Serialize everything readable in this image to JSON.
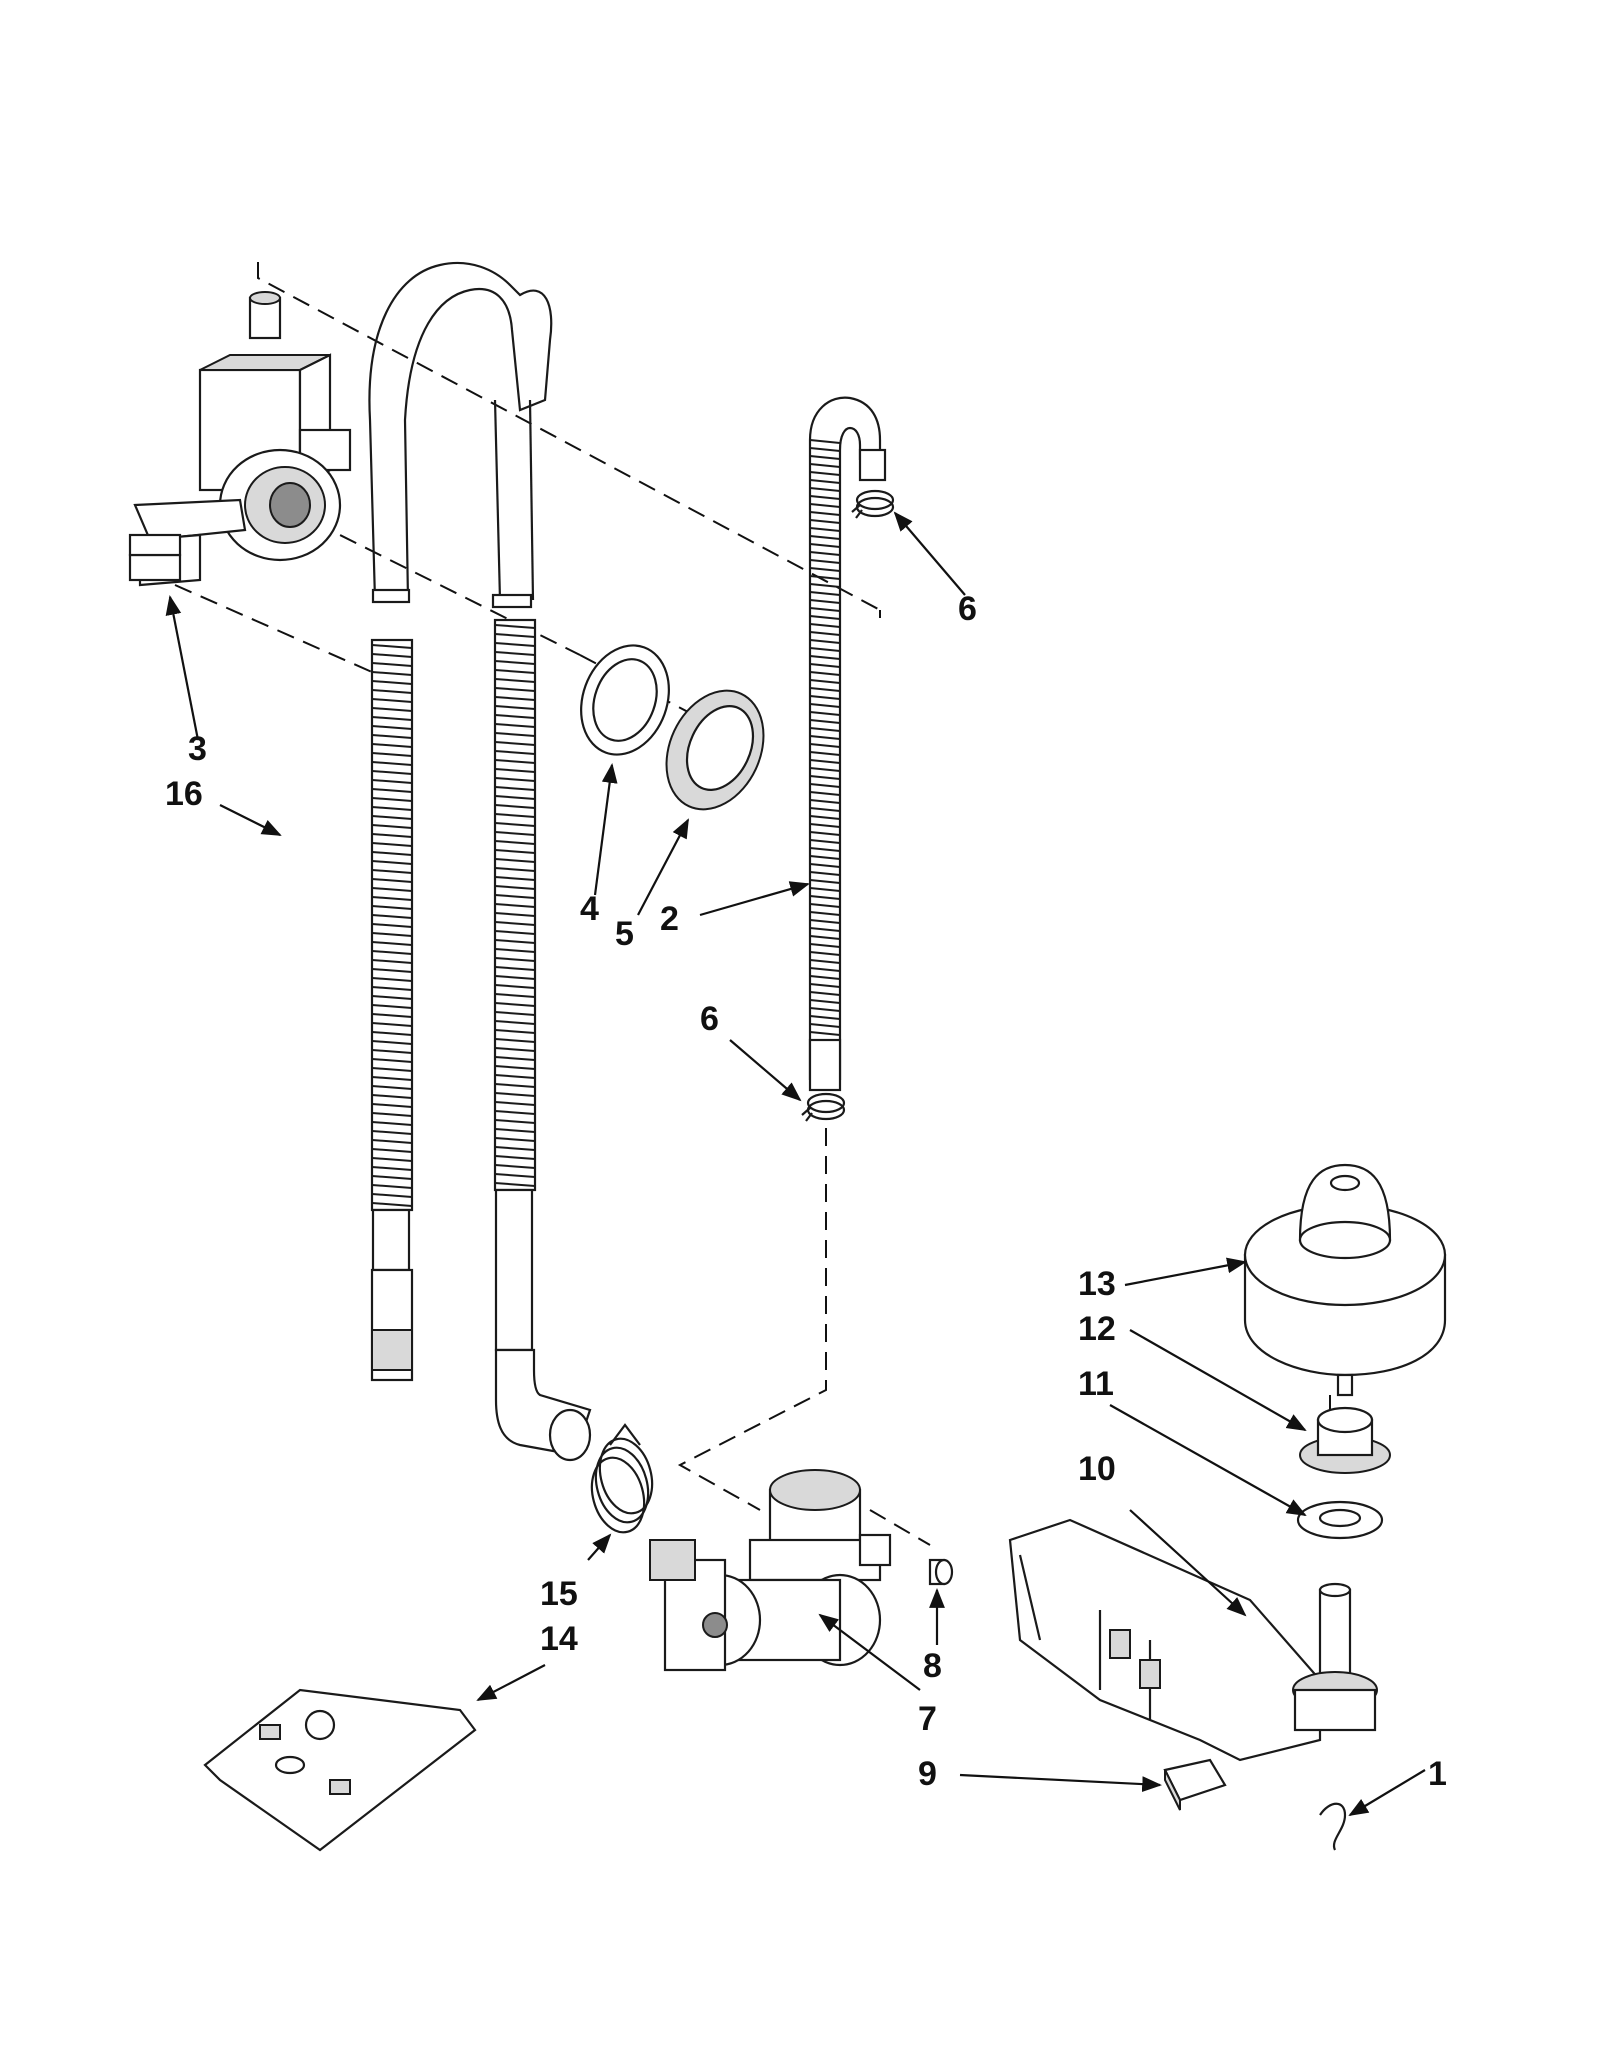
{
  "callouts": [
    {
      "part": "1",
      "label": "1"
    },
    {
      "part": "2",
      "label": "2"
    },
    {
      "part": "3",
      "label": "3"
    },
    {
      "part": "4",
      "label": "4"
    },
    {
      "part": "5",
      "label": "5"
    },
    {
      "part": "6-upper",
      "label": "6"
    },
    {
      "part": "6-lower",
      "label": "6"
    },
    {
      "part": "7",
      "label": "7"
    },
    {
      "part": "8",
      "label": "8"
    },
    {
      "part": "9",
      "label": "9"
    },
    {
      "part": "10",
      "label": "10"
    },
    {
      "part": "11",
      "label": "11"
    },
    {
      "part": "12",
      "label": "12"
    },
    {
      "part": "13",
      "label": "13"
    },
    {
      "part": "14",
      "label": "14"
    },
    {
      "part": "15",
      "label": "15"
    },
    {
      "part": "16",
      "label": "16"
    }
  ],
  "colors": {
    "ink": "#1a1a1a",
    "shade": "#d9d9d9",
    "background": "#ffffff"
  }
}
